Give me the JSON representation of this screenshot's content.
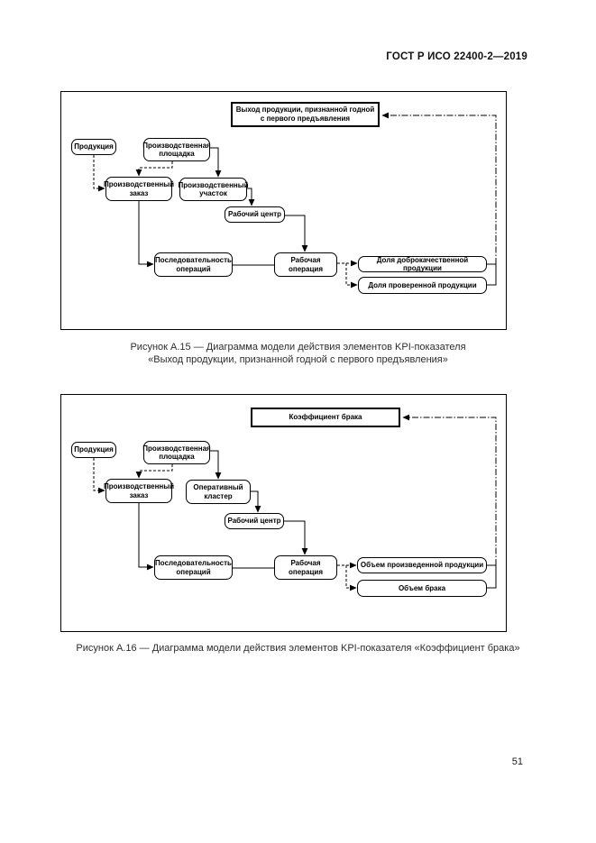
{
  "page": {
    "header": "ГОСТ Р ИСО 22400-2—2019",
    "page_number": "51"
  },
  "figure_a15": {
    "kpi_title": "Выход продукции, признанной годной\nс первого предъявления",
    "boxes": {
      "product": "Продукция",
      "site": "Производственная площадка",
      "order": "Производственный заказ",
      "area": "Производственный участок",
      "work_center": "Рабочий центр",
      "operation_sequence": "Последовательность операций",
      "operation": "Рабочая операция",
      "quantity1": "Доля доброкачественной продукции",
      "quantity2": "Доля проверенной продукции"
    },
    "caption_line1": "Рисунок А.15 — Диаграмма модели действия элементов KPI-показателя",
    "caption_line2": "«Выход продукции, признанной годной с первого предъявления»"
  },
  "figure_a16": {
    "kpi_title": "Коэффициент брака",
    "boxes": {
      "product": "Продукция",
      "site": "Производственная площадка",
      "order": "Производственный заказ",
      "cluster": "Оперативный кластер",
      "work_center": "Рабочий центр",
      "operation_sequence": "Последовательность операций",
      "operation": "Рабочая операция",
      "quantity1": "Объем произведенной продукции",
      "quantity2": "Объем брака"
    },
    "caption": "Рисунок А.16 — Диаграмма модели действия элементов KPI-показателя «Коэффициент брака»"
  }
}
